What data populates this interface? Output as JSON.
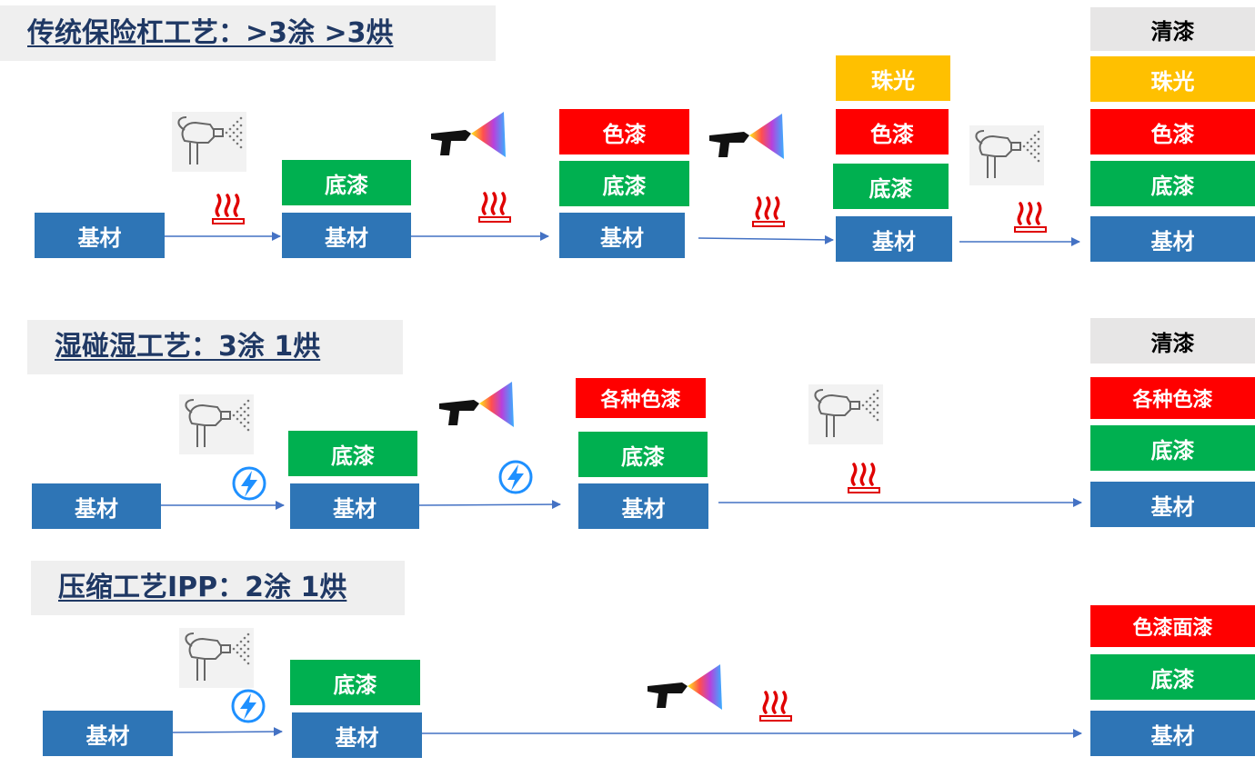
{
  "rows": [
    {
      "title": "传统保险杠工艺：>3涂 >3烘",
      "boxes": [
        "基材",
        "底漆",
        "基材",
        "色漆",
        "底漆",
        "基材",
        "珠光",
        "色漆",
        "底漆",
        "基材",
        "清漆",
        "珠光",
        "色漆",
        "底漆",
        "基材"
      ]
    },
    {
      "title": "湿碰湿工艺：3涂 1烘",
      "boxes": [
        "基材",
        "底漆",
        "基材",
        "各种色漆",
        "底漆",
        "基材",
        "清漆",
        "各种色漆",
        "底漆",
        "基材"
      ]
    },
    {
      "title": "压缩工艺IPP：2涂 1烘",
      "boxes": [
        "基材",
        "底漆",
        "基材",
        "色漆面漆",
        "底漆",
        "基材"
      ]
    }
  ],
  "colors": {
    "substrate": "#2e75b6",
    "primer": "#00b050",
    "color_coat": "#ff0000",
    "pearl": "#ffc000",
    "clear_coat": "#e7e6e6",
    "arrow": "#4472c4",
    "heat": "#e00000",
    "flash": "#1e90ff"
  },
  "icons": [
    "spray-nozzle-icon",
    "spray-gun-icon",
    "heat-icon",
    "flash-icon"
  ]
}
